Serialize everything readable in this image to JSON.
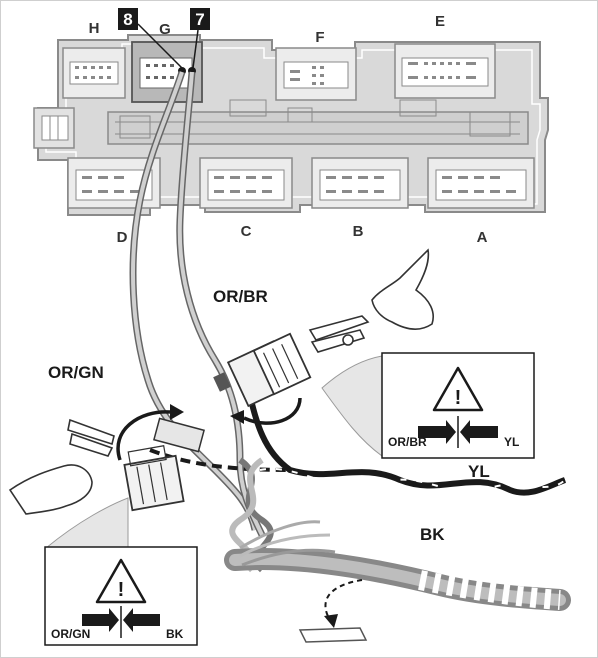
{
  "connectors": {
    "H": "H",
    "G": "G",
    "F": "F",
    "E": "E",
    "D": "D",
    "C": "C",
    "B": "B",
    "A": "A"
  },
  "pins": {
    "pin8": "8",
    "pin7": "7"
  },
  "wires": {
    "or_br": "OR/BR",
    "or_gn": "OR/GN",
    "yl": "YL",
    "bk": "BK"
  },
  "warning_right": {
    "symbol": "!",
    "left_label": "OR/BR",
    "right_label": "YL"
  },
  "warning_left": {
    "symbol": "!",
    "left_label": "OR/GN",
    "right_label": "BK"
  },
  "colors": {
    "housing_fill": "#d9d9d9",
    "housing_stroke": "#8a8a8a",
    "wire_gray": "#9a9a9a",
    "wire_dark": "#1a1a1a",
    "callout": "#e6e6e6"
  }
}
